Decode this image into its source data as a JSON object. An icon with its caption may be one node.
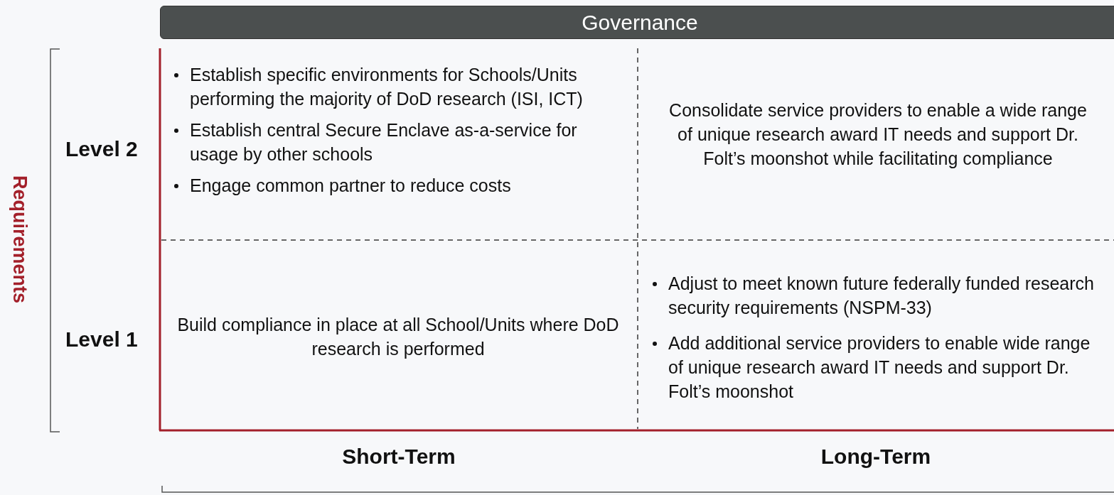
{
  "diagram": {
    "nodes": [
      {
        "text": [
          "Governance"
        ]
      }
    ],
    "edges": [],
    "labels": [
      "Requirements",
      "Level 2",
      "Establish specific environments for Schools/Units performing the majority of DoD research (ISI, ICT)",
      "Establish central Secure Enclave as-a-service for usage by other schools",
      "Engage common partner to reduce costs",
      "Consolidate service providers to enable a wide range of unique research award IT needs and support Dr. Folt’s moonshot while facilitating compliance",
      "Level 1",
      "Build compliance in place at all School/Units where DoD research is performed",
      "Adjust to meet known future federally funded research security requirements (NSPM-33)",
      "Add additional service providers to enable wide range of unique research award IT needs and support Dr. Folt’s moonshot",
      "Short-Term",
      "Long-Term"
    ]
  }
}
